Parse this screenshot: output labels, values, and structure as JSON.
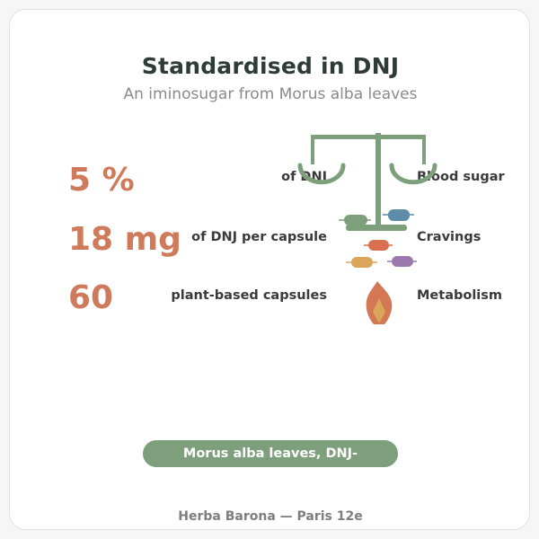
{
  "header": {
    "title": "Standardised in DNJ",
    "subtitle": "An iminosugar from Morus alba leaves"
  },
  "stats": [
    {
      "value": "5 %",
      "label": "of DNJ"
    },
    {
      "value": "18 mg",
      "label": "of DNJ per capsule"
    },
    {
      "value": "60",
      "label": "plant-based capsules"
    }
  ],
  "benefits": [
    "Blood sugar",
    "Cravings",
    "Metabolism"
  ],
  "badge": {
    "text": "Morus alba leaves, DNJ-standardised"
  },
  "footer": {
    "text": "Herba Barona — Paris 12e"
  },
  "icons": [
    "balance-scale-icon",
    "capsule-icon",
    "flame-icon"
  ],
  "colors": {
    "accent": "#cf7a5a",
    "green": "#7e9f7c",
    "blue": "#5d8ca8",
    "orange": "#d86f4e",
    "yellow": "#d9a65a",
    "purple": "#9b78ad"
  }
}
